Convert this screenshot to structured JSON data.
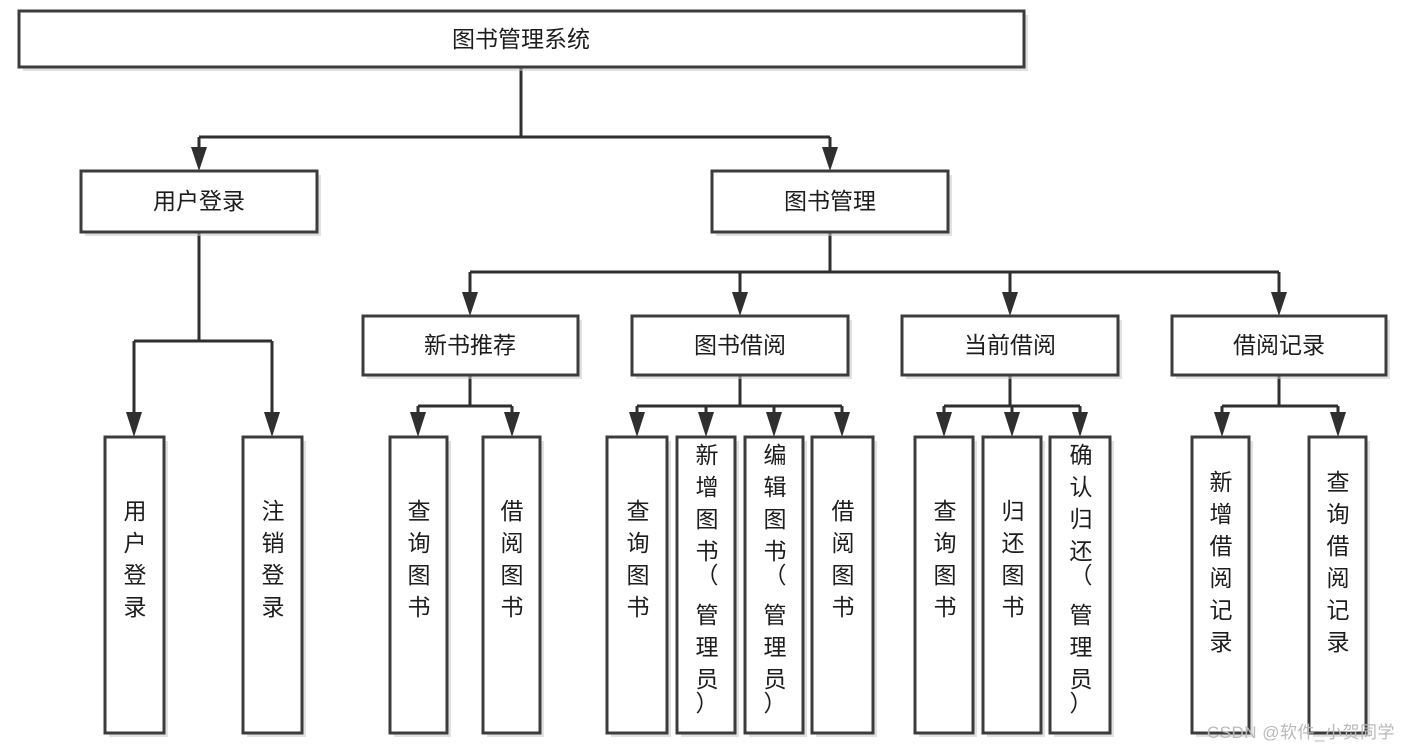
{
  "diagram": {
    "type": "tree-hierarchy",
    "title": "图书管理系统",
    "root": {
      "id": "root",
      "label": "图书管理系统"
    },
    "levels": [
      {
        "name": "level-1",
        "nodes": [
          {
            "id": "root",
            "label": "图书管理系统"
          }
        ]
      },
      {
        "name": "level-2",
        "nodes": [
          {
            "id": "user-login",
            "label": "用户登录",
            "parent": "root"
          },
          {
            "id": "book-manage",
            "label": "图书管理",
            "parent": "root"
          }
        ]
      },
      {
        "name": "level-3",
        "nodes": [
          {
            "id": "new-book-rec",
            "label": "新书推荐",
            "parent": "book-manage"
          },
          {
            "id": "book-borrow",
            "label": "图书借阅",
            "parent": "book-manage"
          },
          {
            "id": "current-borrow",
            "label": "当前借阅",
            "parent": "book-manage"
          },
          {
            "id": "borrow-record",
            "label": "借阅记录",
            "parent": "book-manage"
          }
        ]
      },
      {
        "name": "level-4",
        "nodes": [
          {
            "id": "leaf-user-login",
            "label": "用户登录",
            "parent": "user-login"
          },
          {
            "id": "leaf-logout",
            "label": "注销登录",
            "parent": "user-login"
          },
          {
            "id": "leaf-query-book-1",
            "label": "查询图书",
            "parent": "new-book-rec"
          },
          {
            "id": "leaf-borrow-book-1",
            "label": "借阅图书",
            "parent": "new-book-rec"
          },
          {
            "id": "leaf-query-book-2",
            "label": "查询图书",
            "parent": "book-borrow"
          },
          {
            "id": "leaf-add-book",
            "label": "新增图书（管理员）",
            "parent": "book-borrow"
          },
          {
            "id": "leaf-edit-book",
            "label": "编辑图书（管理员）",
            "parent": "book-borrow"
          },
          {
            "id": "leaf-borrow-book-2",
            "label": "借阅图书",
            "parent": "book-borrow"
          },
          {
            "id": "leaf-query-book-3",
            "label": "查询图书",
            "parent": "current-borrow"
          },
          {
            "id": "leaf-return-book",
            "label": "归还图书",
            "parent": "current-borrow"
          },
          {
            "id": "leaf-confirm-return",
            "label": "确认归还（管理员）",
            "parent": "current-borrow"
          },
          {
            "id": "leaf-add-record",
            "label": "新增借阅记录",
            "parent": "borrow-record"
          },
          {
            "id": "leaf-query-record",
            "label": "查询借阅记录",
            "parent": "borrow-record"
          }
        ]
      }
    ],
    "colors": {
      "box_fill": "#ffffff",
      "box_stroke": "#3c3c3c",
      "edge": "#2f2f2f",
      "text": "#1d1d1d",
      "background": "#ffffff",
      "watermark": "#b9b9b9"
    }
  },
  "watermark": {
    "text": "CSDN @软件_小贺同学"
  }
}
